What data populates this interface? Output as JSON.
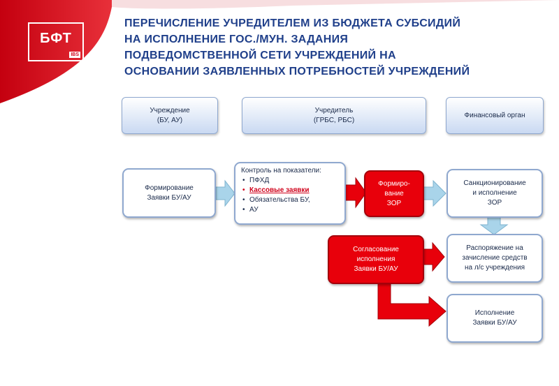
{
  "logo": {
    "text": "БФТ",
    "sub": "IBS"
  },
  "title_lines": [
    "ПЕРЕЧИСЛЕНИЕ УЧРЕДИТЕЛЕМ ИЗ БЮДЖЕТА СУБСИДИЙ",
    "НА ИСПОЛНЕНИЕ ГОС./МУН. ЗАДАНИЯ",
    "ПОДВЕДОМСТВЕННОЙ СЕТИ УЧРЕЖДЕНИЙ НА",
    "ОСНОВАНИИ ЗАЯВЛЕННЫХ ПОТРЕБНОСТЕЙ УЧРЕЖДЕНИЙ"
  ],
  "headers": {
    "institution": {
      "line1": "Учреждение",
      "line2": "(БУ, АУ)"
    },
    "founder": {
      "line1": "Учредитель",
      "line2": "(ГРБС, РБС)"
    },
    "finance": {
      "line1": "Финансовый орган"
    }
  },
  "nodes": {
    "form_request": {
      "line1": "Формирование",
      "line2": "Заявки БУ/АУ"
    },
    "control": {
      "heading": "Контроль на показатели:",
      "items": [
        "ПФХД",
        "Кассовые заявки",
        "Обязательства БУ,",
        "АУ"
      ]
    },
    "form_zor": {
      "line1": "Формиро-",
      "line2": "вание",
      "line3": "ЗОР"
    },
    "sanction": {
      "line1": "Санкционирование",
      "line2": "и исполнение",
      "line3": "ЗОР"
    },
    "approve": {
      "line1": "Согласование",
      "line2": "исполнения",
      "line3": "Заявки БУ/АУ"
    },
    "order": {
      "line1": "Распоряжение на",
      "line2": "зачисление средств",
      "line3": "на л/с учреждения"
    },
    "execute": {
      "line1": "Исполнение",
      "line2": "Заявки БУ/АУ"
    }
  },
  "colors": {
    "brand_red": "#d0021b",
    "title_blue": "#1f3f8a",
    "arrow_blue": "#a9d4ea"
  }
}
